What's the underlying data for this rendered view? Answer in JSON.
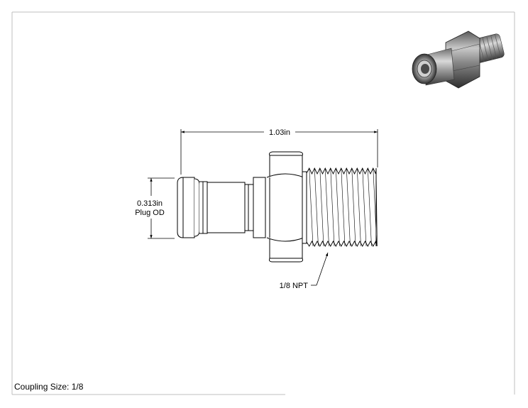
{
  "drawing": {
    "overall_length": "1.03in",
    "plug_od_value": "0.313in",
    "plug_od_label": "Plug OD",
    "thread_callout": "1/8 NPT"
  },
  "footer": {
    "caption": "Coupling Size: 1/8"
  },
  "colors": {
    "line": "#000000",
    "border": "#bfbfbf",
    "metal_dark": "#3a3a3a",
    "metal_mid": "#8a8a8a",
    "metal_light": "#d8d8d8"
  },
  "icons": {
    "preview": "coupling-3d-preview-icon"
  }
}
